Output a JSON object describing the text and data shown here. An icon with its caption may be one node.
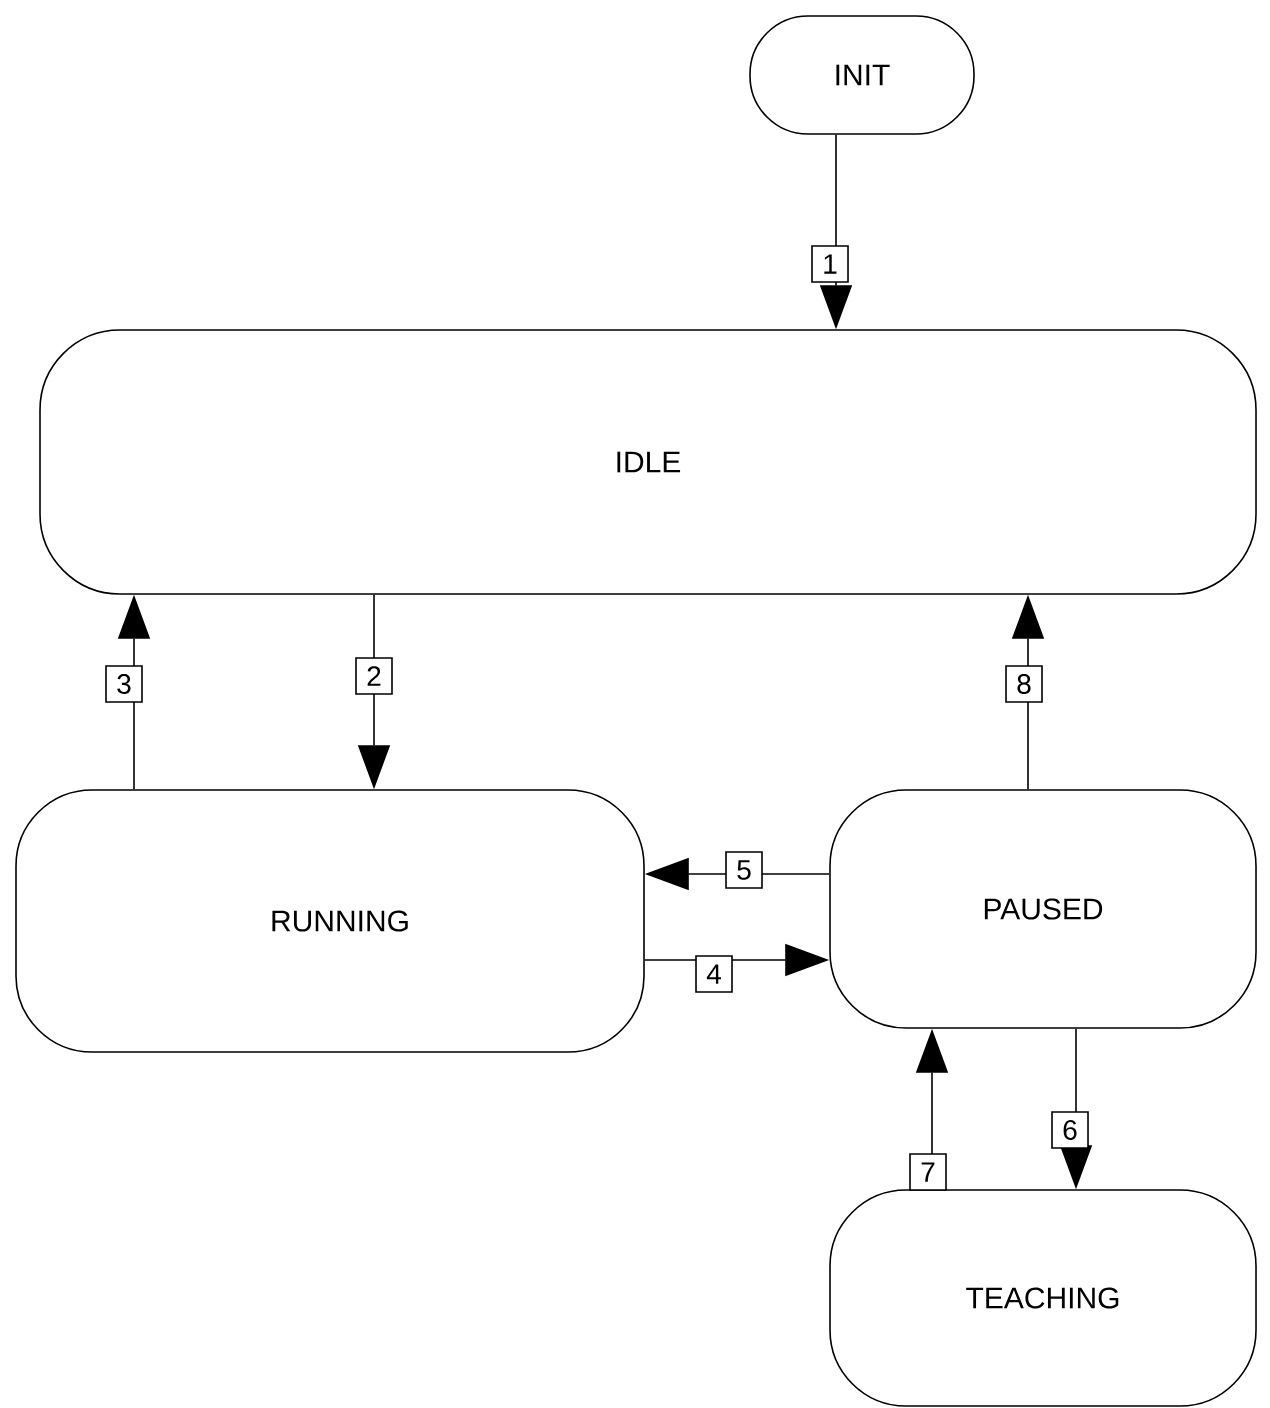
{
  "diagram": {
    "nodes": [
      {
        "text": [
          "INIT"
        ]
      },
      {
        "text": [
          "IDLE"
        ]
      },
      {
        "text": [
          "RUNNING"
        ]
      },
      {
        "text": [
          "PAUSED"
        ]
      },
      {
        "text": [
          "TEACHING"
        ]
      }
    ],
    "edges": [
      {
        "from": 0,
        "to": 1,
        "arrow": "to",
        "label": "1"
      },
      {
        "from": 1,
        "to": 2,
        "arrow": "to",
        "label": "2"
      },
      {
        "from": 2,
        "to": 1,
        "arrow": "to",
        "label": "3"
      },
      {
        "from": 2,
        "to": 3,
        "arrow": "to",
        "label": "4"
      },
      {
        "from": 3,
        "to": 2,
        "arrow": "to",
        "label": "5"
      },
      {
        "from": 3,
        "to": 4,
        "arrow": "to",
        "label": "6"
      },
      {
        "from": 4,
        "to": 3,
        "arrow": "to",
        "label": "7"
      },
      {
        "from": 3,
        "to": 1,
        "arrow": "to",
        "label": "8"
      }
    ]
  }
}
